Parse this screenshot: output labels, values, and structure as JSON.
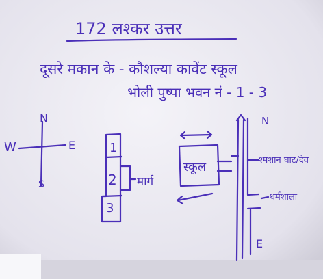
{
  "heading": "172 लश्कर उत्तर",
  "line1": "दूसरे मकान के - कौशल्या कावेंट स्कूल",
  "line2": "भोली पुष्पा भवन नं - 1 - 3",
  "compass": {
    "n": "N",
    "w": "W",
    "e": "E",
    "s": "S"
  },
  "boxes": [
    "1",
    "2",
    "3"
  ],
  "road_label": "मार्ग",
  "school_label": "स्कूल",
  "road_n": "N",
  "road_e": "E",
  "label_right_top": "श्मशान घाट/देव",
  "label_right_mid": "धर्मशाला"
}
